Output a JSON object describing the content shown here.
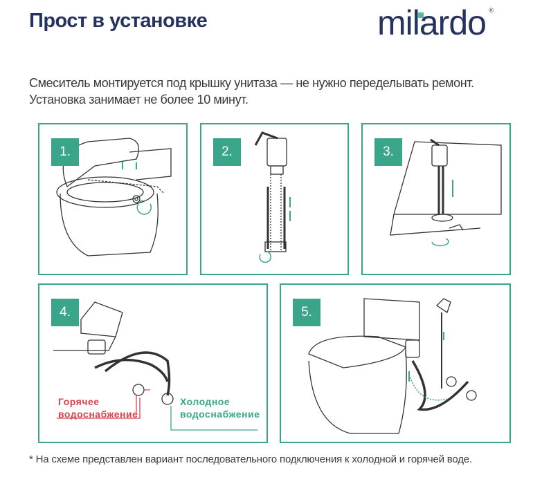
{
  "header": {
    "title": "Прост в установке",
    "logo": "milardo"
  },
  "subtitle": {
    "line1": "Смеситель монтируется под крышку унитаза — не нужно переделывать ремонт.",
    "line2": "Установка занимает не более 10 минут."
  },
  "steps": [
    {
      "label": "1."
    },
    {
      "label": "2."
    },
    {
      "label": "3."
    },
    {
      "label": "4."
    },
    {
      "label": "5."
    }
  ],
  "labels": {
    "hot_line1": "Горячее",
    "hot_line2": "водоснабжение",
    "cold_line1": "Холодное",
    "cold_line2": "водоснабжение"
  },
  "footnote": "* На схеме представлен вариант последовательного подключения к холодной и горячей воде.",
  "colors": {
    "navy": "#26325f",
    "teal": "#3aa58a",
    "red": "#d9434b"
  }
}
